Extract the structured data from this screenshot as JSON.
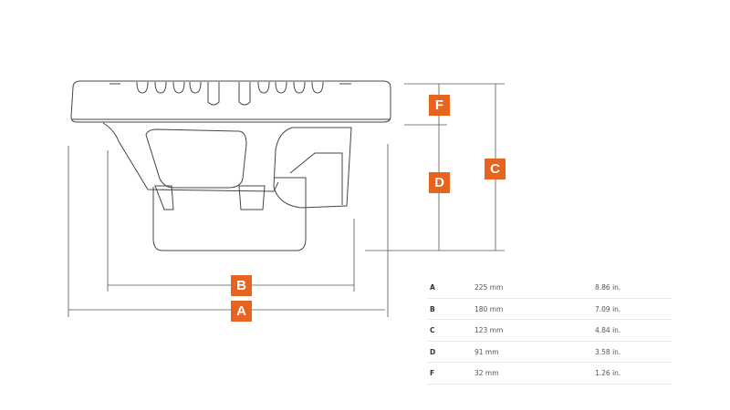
{
  "labels": {
    "A": "A",
    "B": "B",
    "C": "C",
    "D": "D",
    "F": "F"
  },
  "accent": "#e8641e",
  "table": [
    {
      "key": "A",
      "mm": "225 mm",
      "in": "8.86 in."
    },
    {
      "key": "B",
      "mm": "180 mm",
      "in": "7.09 in."
    },
    {
      "key": "C",
      "mm": "123 mm",
      "in": "4.84 in."
    },
    {
      "key": "D",
      "mm": "91 mm",
      "in": "3.58 in."
    },
    {
      "key": "F",
      "mm": "32 mm",
      "in": "1.26 in."
    }
  ]
}
